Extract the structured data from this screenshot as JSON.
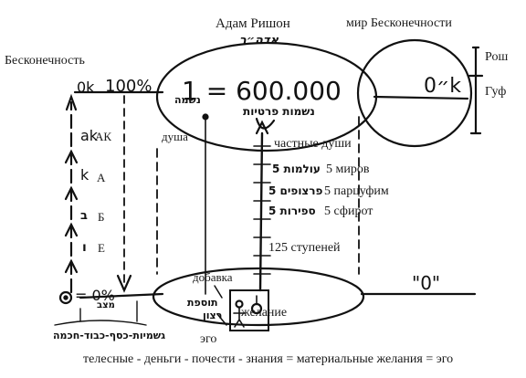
{
  "labels": {
    "adam": "Адам Ришон",
    "infinity_world": "мир Бесконечности",
    "infinity": "Бесконечность",
    "rosh": "Рош",
    "guf": "Гуф",
    "soul": "душа",
    "private_souls": "частные души",
    "five_worlds": "5 миров",
    "five_partzufim": "5 парцуфим",
    "five_sefirot": "5 сфирот",
    "steps": "125 ступеней",
    "addition": "добавка",
    "ego": "эго",
    "desire": "желание",
    "bottom_line": "телесные - деньги - почести - знания = материальные желания = эго"
  },
  "hand": {
    "hebrew_top": "אדה״ר",
    "formula": "1 = 600.000",
    "hebrew_souls": "נשמות פרטיות",
    "neshama": "נשמה",
    "zero_k_right": "0״k",
    "hundred": "100%",
    "ok_left": "0k",
    "ak": "ak",
    "a": "k",
    "b": "ב",
    "e": "ו",
    "zero_pct": "= 0%",
    "zero_right": "\"0\"",
    "worlds_he": "5 עולמות",
    "partzufim_he": "5 פרצופים",
    "sefirot_he": "5 ספירות",
    "bottom_he": "גשמיות-כסף-כבוד-חכמה",
    "tosefet": "תוספת",
    "ratzon": "רצון",
    "small_he": "מצב"
  },
  "side_letters": {
    "ak": "АК",
    "a": "А",
    "b": "Б",
    "e": "Е"
  }
}
